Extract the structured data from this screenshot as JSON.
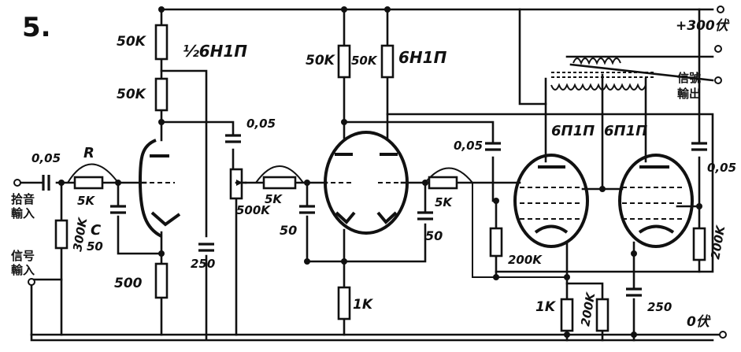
{
  "figure": {
    "number": "5."
  },
  "components": {
    "r1": "50K",
    "r2": "50K",
    "tube1": "½6H1П",
    "c_coupling1": "0,05",
    "pot": "500K",
    "r_grid1": "5K",
    "c_025": "250",
    "r_cathode1": "500",
    "c_input": "0,05",
    "r_label": "R",
    "r_input": "5K",
    "r_input_grid": "300K",
    "c_label": "C",
    "c_value": "50",
    "r_plate2a": "50K",
    "r_plate2b": "50K",
    "tube2": "6H1П",
    "c_grid2": "50",
    "r_grid2": "5K",
    "c_grid3": "50",
    "r_cathode2": "1K",
    "c_coupling2": "0,05",
    "r_grid_out": "200K",
    "tube3": "6П1П",
    "tube4": "6П1П",
    "c_coupling3": "0,05",
    "r_grid_out2": "200K",
    "r_cathode3": "1K",
    "r_cathode3b": "200K",
    "c_cathode3": "250",
    "supply": "+300伏",
    "ground": "0伏",
    "output_label_1": "信號",
    "output_label_2": "輸出",
    "input1_label_1": "拾音",
    "input1_label_2": "輸入",
    "input2_label_1": "信号",
    "input2_label_2": "輸入"
  }
}
